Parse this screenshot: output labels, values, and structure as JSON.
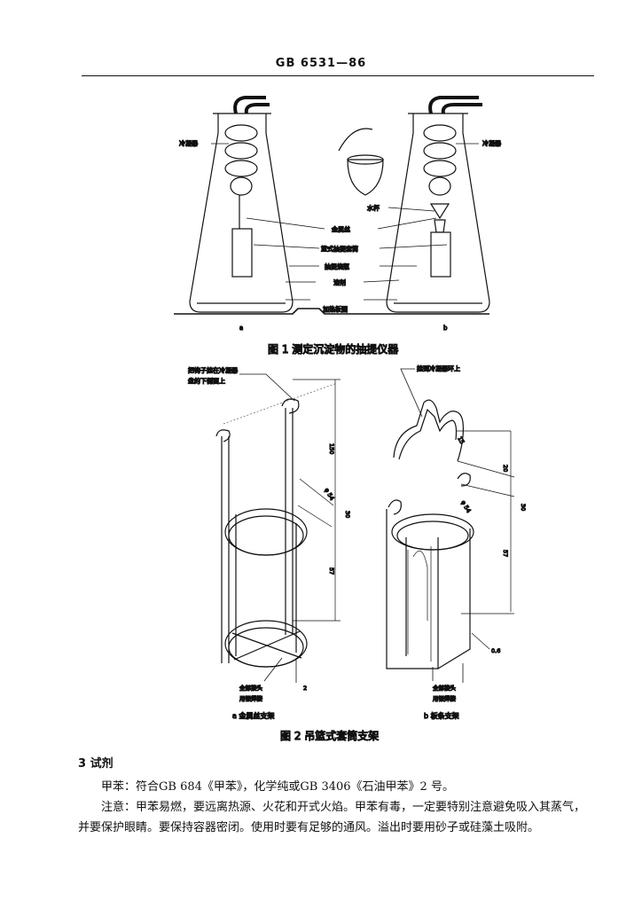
{
  "header": {
    "code": "GB 6531—86"
  },
  "figure1": {
    "labels": {
      "condenser_left": "冷凝器",
      "condenser_right": "冷凝器",
      "water_cup": "水杯",
      "metal_wire": "金属丝",
      "basket_thimble": "篮式抽提套筒",
      "extraction_flask": "抽提烧瓶",
      "solvent": "溶剂",
      "hot_plate": "加热板圈",
      "sub_a": "a",
      "sub_b": "b"
    },
    "caption": "图 1  测定沉淀物的抽提仪器"
  },
  "figure2": {
    "labels": {
      "hook_note_line1": "把钩子挂在冷凝器",
      "hook_note_line2": "盘的下侧面上",
      "hang_note": "挂到冷凝器环上",
      "solder_left_line1": "全部接头",
      "solder_left_line2": "用银焊接",
      "solder_right_line1": "全部接头",
      "solder_right_line2": "用银焊接",
      "num_2": "2",
      "dim_150": "150",
      "dim_phi54": "φ 54",
      "dim_30_left": "30",
      "dim_57_left": "57",
      "dim_15": "15",
      "dim_20": "20",
      "dim_phi54_right": "φ 54",
      "dim_30_right": "30",
      "dim_57_right": "57",
      "dim_0_6": "0.6",
      "sub_a": "a 金属丝支架",
      "sub_b": "b 板条支架"
    },
    "caption": "图 2  吊篮式套筒支架"
  },
  "section": {
    "title": "3  试剂",
    "para1": "甲苯：符合GB 684《甲苯》，化学纯或GB 3406《石油甲苯》2 号。",
    "para2_line1": "注意：甲苯易燃，要远离热源、火花和开式火焰。甲苯有毒，一定要特别注意避免吸入其蒸气，",
    "para2_line2": "并要保护眼睛。要保持容器密闭。使用时要有足够的通风。溢出时要用砂子或硅藻土吸附。"
  }
}
